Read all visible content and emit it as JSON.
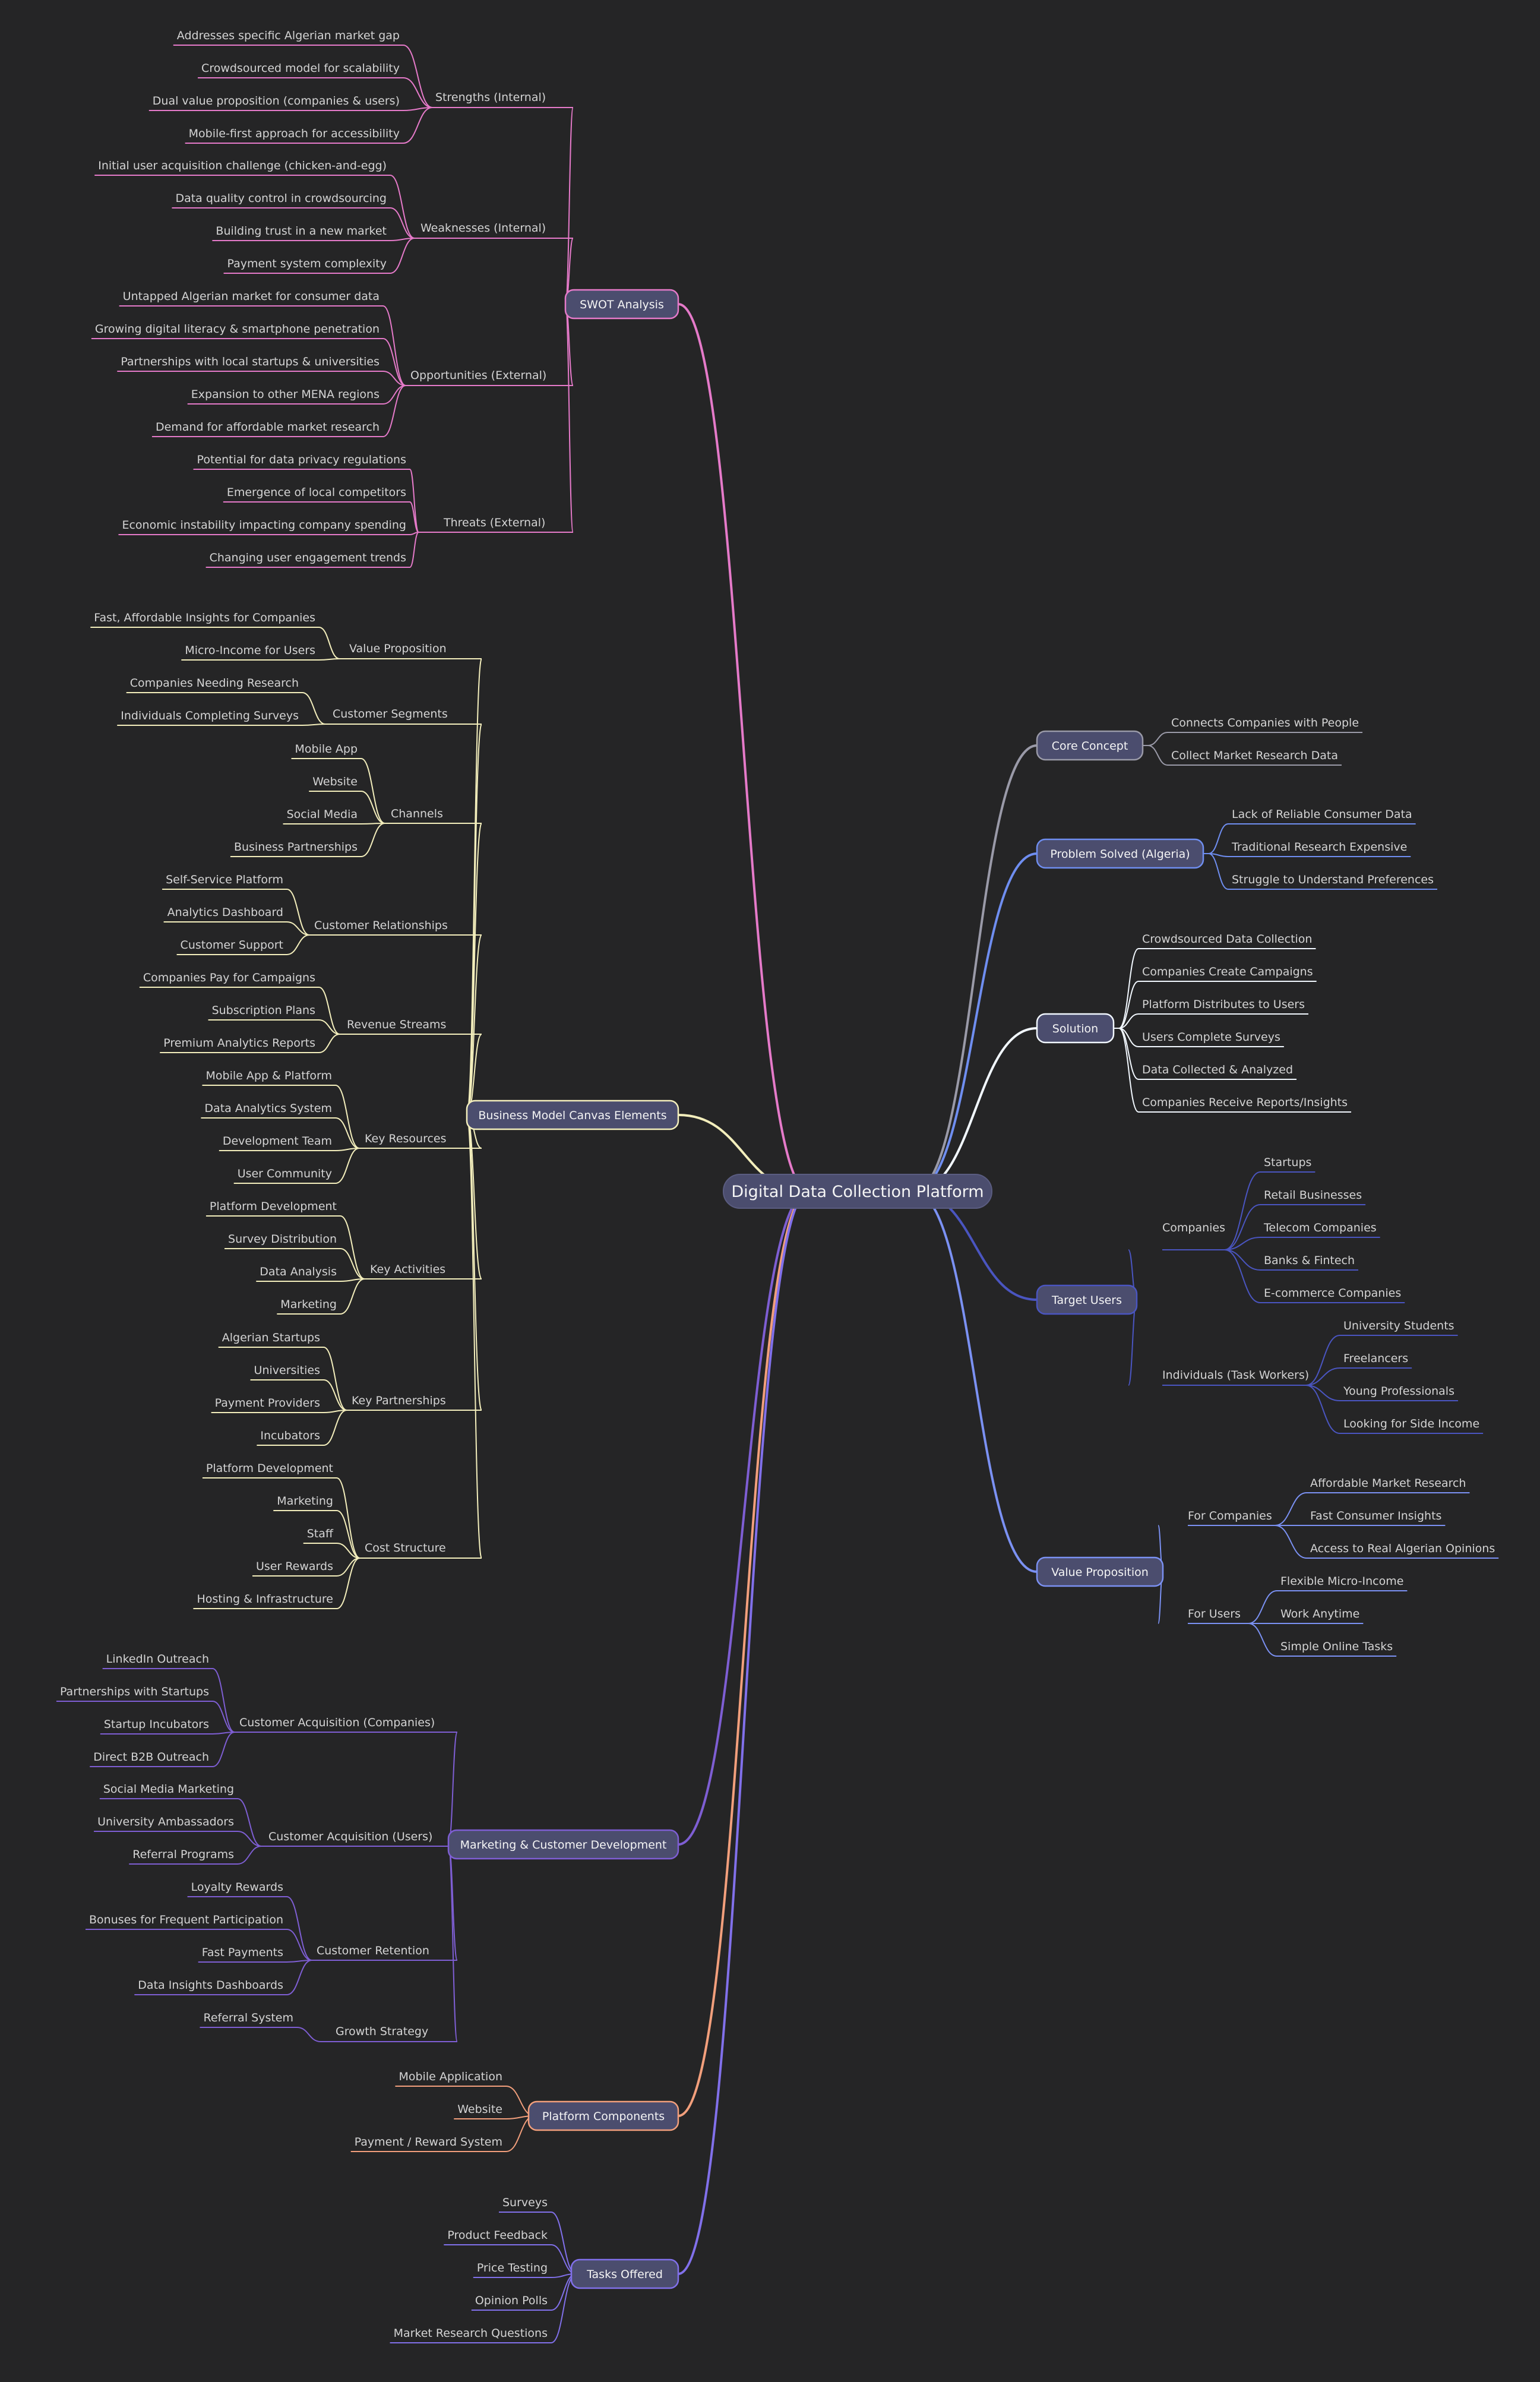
{
  "root": "Digital Data Collection Platform",
  "colors": {
    "background": "#252526",
    "root_fill": "#4b4d6e",
    "pill_fill": "#4b4d6e",
    "text": "#d4d4d4"
  },
  "branches": [
    {
      "id": "swot",
      "label": "SWOT Analysis",
      "color": "#e57ac9",
      "side": "left",
      "children": [
        {
          "label": "Strengths (Internal)",
          "children": [
            "Addresses specific Algerian market gap",
            "Crowdsourced model for scalability",
            "Dual value proposition (companies & users)",
            "Mobile-first approach for accessibility"
          ]
        },
        {
          "label": "Weaknesses (Internal)",
          "children": [
            "Initial user acquisition challenge (chicken-and-egg)",
            "Data quality control in crowdsourcing",
            "Building trust in a new market",
            "Payment system complexity"
          ]
        },
        {
          "label": "Opportunities (External)",
          "children": [
            "Untapped Algerian market for consumer data",
            "Growing digital literacy & smartphone penetration",
            "Partnerships with local startups & universities",
            "Expansion to other MENA regions",
            "Demand for affordable market research"
          ]
        },
        {
          "label": "Threats (External)",
          "children": [
            "Potential for data privacy regulations",
            "Emergence of local competitors",
            "Economic instability impacting company spending",
            "Changing user engagement trends"
          ]
        }
      ]
    },
    {
      "id": "bmc",
      "label": "Business Model Canvas Elements",
      "color": "#f3eebc",
      "side": "left",
      "children": [
        {
          "label": "Value Proposition",
          "children": [
            "Fast, Affordable Insights for Companies",
            "Micro-Income for Users"
          ]
        },
        {
          "label": "Customer Segments",
          "children": [
            "Companies Needing Research",
            "Individuals Completing Surveys"
          ]
        },
        {
          "label": "Channels",
          "children": [
            "Mobile App",
            "Website",
            "Social Media",
            "Business Partnerships"
          ]
        },
        {
          "label": "Customer Relationships",
          "children": [
            "Self-Service Platform",
            "Analytics Dashboard",
            "Customer Support"
          ]
        },
        {
          "label": "Revenue Streams",
          "children": [
            "Companies Pay for Campaigns",
            "Subscription Plans",
            "Premium Analytics Reports"
          ]
        },
        {
          "label": "Key Resources",
          "children": [
            "Mobile App & Platform",
            "Data Analytics System",
            "Development Team",
            "User Community"
          ]
        },
        {
          "label": "Key Activities",
          "children": [
            "Platform Development",
            "Survey Distribution",
            "Data Analysis",
            "Marketing"
          ]
        },
        {
          "label": "Key Partnerships",
          "children": [
            "Algerian Startups",
            "Universities",
            "Payment Providers",
            "Incubators"
          ]
        },
        {
          "label": "Cost Structure",
          "children": [
            "Platform Development",
            "Marketing",
            "Staff",
            "User Rewards",
            "Hosting & Infrastructure"
          ]
        }
      ]
    },
    {
      "id": "mcd",
      "label": "Marketing & Customer Development",
      "color": "#7e5ed3",
      "side": "left",
      "children": [
        {
          "label": "Customer Acquisition (Companies)",
          "children": [
            "LinkedIn Outreach",
            "Partnerships with Startups",
            "Startup Incubators",
            "Direct B2B Outreach"
          ]
        },
        {
          "label": "Customer Acquisition (Users)",
          "children": [
            "Social Media Marketing",
            "University Ambassadors",
            "Referral Programs"
          ]
        },
        {
          "label": "Customer Retention",
          "children": [
            "Loyalty Rewards",
            "Bonuses for Frequent Participation",
            "Fast Payments",
            "Data Insights Dashboards"
          ]
        },
        {
          "label": "Growth Strategy",
          "children": [
            "Referral System"
          ]
        }
      ]
    },
    {
      "id": "pc",
      "label": "Platform Components",
      "color": "#f29f7c",
      "side": "left",
      "children": [
        "Mobile Application",
        "Website",
        "Payment / Reward System"
      ]
    },
    {
      "id": "to",
      "label": "Tasks Offered",
      "color": "#8170ea",
      "side": "left",
      "children": [
        "Surveys",
        "Product Feedback",
        "Price Testing",
        "Opinion Polls",
        "Market Research Questions"
      ]
    },
    {
      "id": "cc",
      "label": "Core Concept",
      "color": "#9a9aa8",
      "side": "right",
      "children": [
        "Connects Companies with People",
        "Collect Market Research Data"
      ]
    },
    {
      "id": "ps",
      "label": "Problem Solved (Algeria)",
      "color": "#6f8ef0",
      "side": "right",
      "children": [
        "Lack of Reliable Consumer Data",
        "Traditional Research Expensive",
        "Struggle to Understand Preferences"
      ]
    },
    {
      "id": "sol",
      "label": "Solution",
      "color": "#f2f8ff",
      "side": "right",
      "children": [
        "Crowdsourced Data Collection",
        "Companies Create Campaigns",
        "Platform Distributes to Users",
        "Users Complete Surveys",
        "Data Collected & Analyzed",
        "Companies Receive Reports/Insights"
      ]
    },
    {
      "id": "tu",
      "label": "Target Users",
      "color": "#4a55c0",
      "side": "right",
      "children": [
        {
          "label": "Companies",
          "children": [
            "Startups",
            "Retail Businesses",
            "Telecom Companies",
            "Banks & Fintech",
            "E-commerce Companies"
          ]
        },
        {
          "label": "Individuals (Task Workers)",
          "children": [
            "University Students",
            "Freelancers",
            "Young Professionals",
            "Looking for Side Income"
          ]
        }
      ]
    },
    {
      "id": "vp",
      "label": "Value Proposition",
      "color": "#7b91f3",
      "side": "right",
      "children": [
        {
          "label": "For Companies",
          "children": [
            "Affordable Market Research",
            "Fast Consumer Insights",
            "Access to Real Algerian Opinions"
          ]
        },
        {
          "label": "For Users",
          "children": [
            "Flexible Micro-Income",
            "Work Anytime",
            "Simple Online Tasks"
          ]
        }
      ]
    }
  ]
}
